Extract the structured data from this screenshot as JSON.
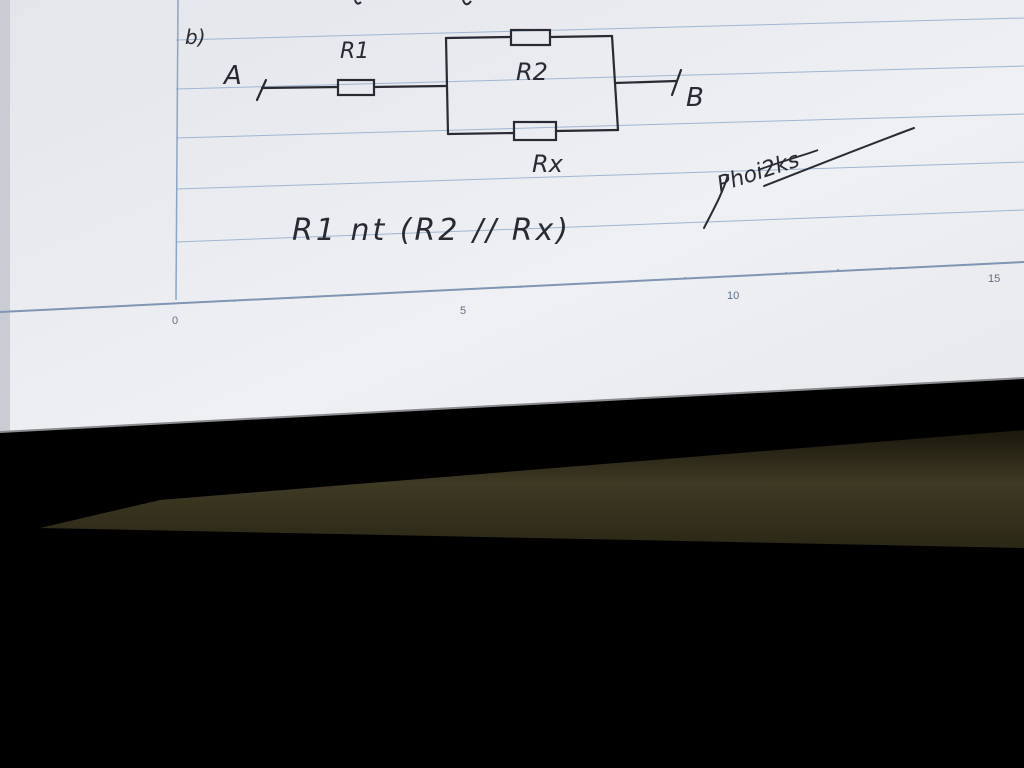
{
  "part_label": "b)",
  "terminals": {
    "a": "A",
    "b": "B"
  },
  "resistors": {
    "r1": "R1",
    "r2": "R2",
    "rx": "Rx"
  },
  "formula": "R1 nt (R2 // Rx)",
  "signature_text": "Phoi2ks",
  "ruler": {
    "ticks": [
      "0",
      "5",
      "10",
      "15"
    ]
  },
  "colors": {
    "paper": "#eceef2",
    "line": "#9fb6d3",
    "margin": "#8aa6c7",
    "ink": "#2a2a33",
    "desk": "#3a3520",
    "shadow": "#000000"
  }
}
